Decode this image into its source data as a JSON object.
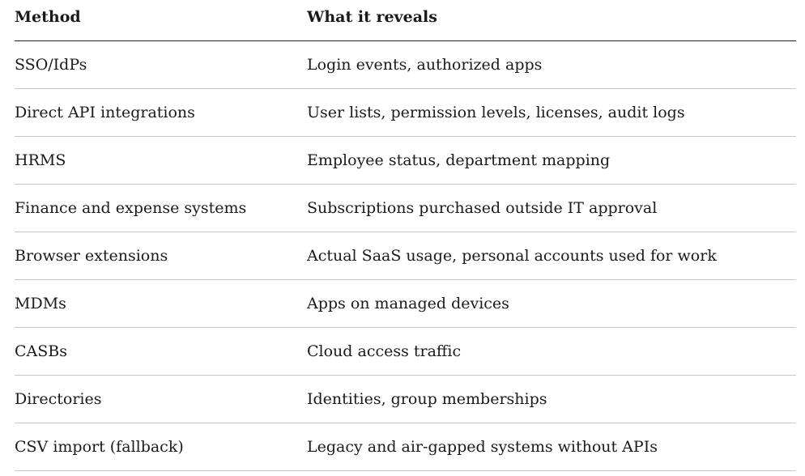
{
  "table": {
    "headers": {
      "method": "Method",
      "reveals": "What it reveals"
    },
    "rows": [
      {
        "method": "SSO/IdPs",
        "reveals": "Login events, authorized apps"
      },
      {
        "method": "Direct API integrations",
        "reveals": "User lists, permission levels, licenses, audit logs"
      },
      {
        "method": "HRMS",
        "reveals": "Employee status, department mapping"
      },
      {
        "method": "Finance and expense systems",
        "reveals": "Subscriptions purchased outside IT approval"
      },
      {
        "method": "Browser extensions",
        "reveals": "Actual SaaS usage, personal accounts used for work"
      },
      {
        "method": "MDMs",
        "reveals": "Apps on managed devices"
      },
      {
        "method": "CASBs",
        "reveals": "Cloud access traffic"
      },
      {
        "method": "Directories",
        "reveals": "Identities, group memberships"
      },
      {
        "method": "CSV import (fallback)",
        "reveals": "Legacy and air-gapped systems without APIs"
      }
    ]
  }
}
